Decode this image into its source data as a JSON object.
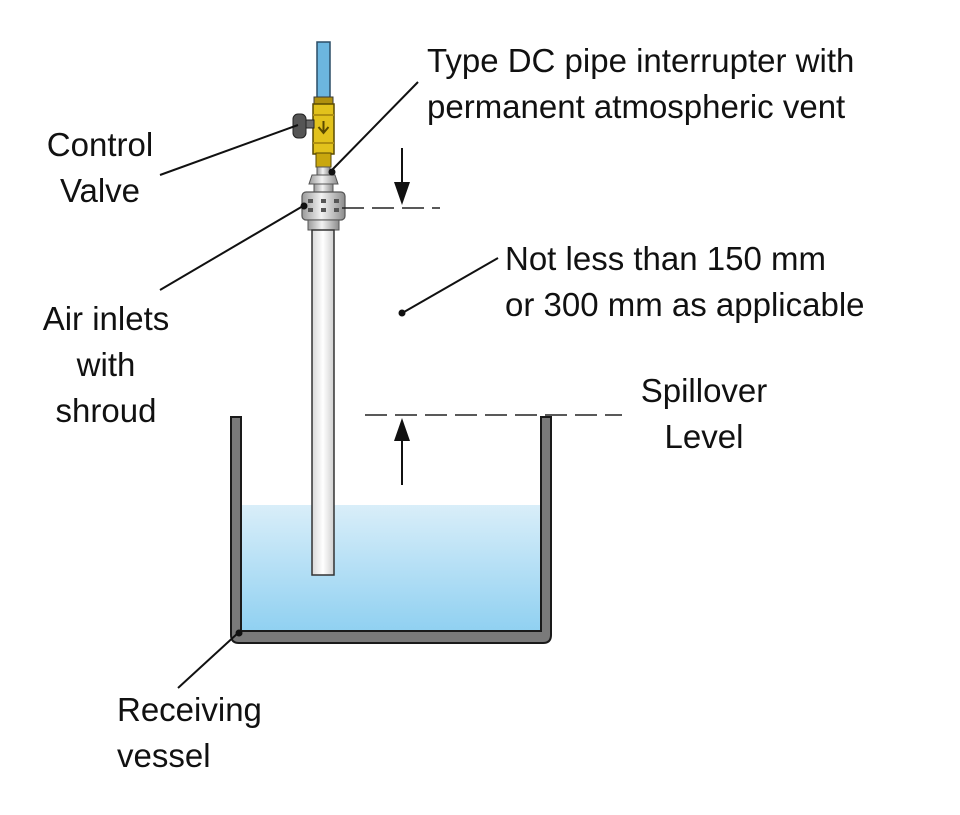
{
  "colors": {
    "water_top": "#d9eef9",
    "water_bottom": "#8fd0f1",
    "vessel_outline": "#1a1a1a",
    "vessel_fill": "#7a7a7a",
    "supply_pipe": "#6cb6df",
    "valve_brass": "#e2c21c",
    "leader_line": "#111111"
  },
  "labels": {
    "interrupter": [
      "Type DC pipe interrupter with",
      "permanent atmospheric vent"
    ],
    "control_valve": [
      "Control",
      "Valve"
    ],
    "air_inlets": [
      "Air inlets",
      "with",
      "shroud"
    ],
    "gap_note": [
      "Not less than 150 mm",
      "or 300 mm as applicable"
    ],
    "spillover": [
      "Spillover",
      "Level"
    ],
    "receiving_vessel": [
      "Receiving",
      "vessel"
    ]
  },
  "icons": {
    "flow_arrow": "arrow-down-icon"
  }
}
